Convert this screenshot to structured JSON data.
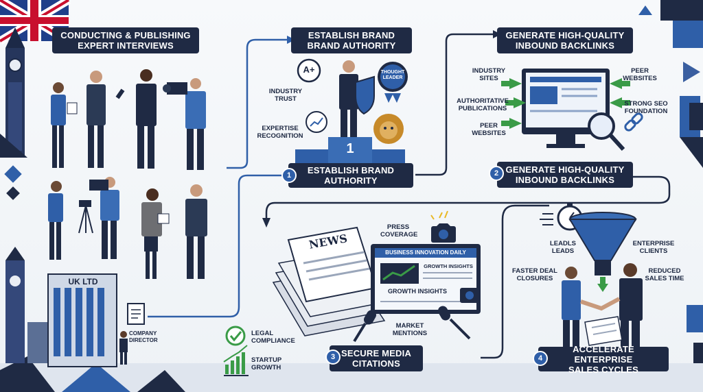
{
  "banners": {
    "interviews": [
      "Conducting & Publishing",
      "Expert Interviews"
    ],
    "authority_top": [
      "Establish Brand",
      "Brand Authority"
    ],
    "backlinks_top": [
      "Generate High-Quality",
      "Inbound Backlinks"
    ],
    "authority_step": [
      "Establish Brand",
      "Authority"
    ],
    "backlinks_step": [
      "Generate High-Quality",
      "Inbound Backlinks"
    ],
    "media_step": [
      "Secure Media",
      "Citations"
    ],
    "sales_step": [
      "Accelerate Enterprise",
      "Sales Cycles"
    ]
  },
  "step_numbers": [
    "1",
    "2",
    "3",
    "4"
  ],
  "authority_labels": {
    "industry_trust": [
      "Industry",
      "Trust"
    ],
    "expertise": [
      "Expertise",
      "Recognition"
    ],
    "grade_badge": "A+",
    "thought_leader": [
      "Thought",
      "Leader"
    ],
    "podium_number": "1"
  },
  "backlink_labels": {
    "industry_sites": [
      "Industry",
      "Sites"
    ],
    "authoritative": [
      "Authoritative",
      "Publications"
    ],
    "peer_websites_left": [
      "Peer",
      "Websites"
    ],
    "peer_websites_right": [
      "Peer",
      "Websites"
    ],
    "seo_foundation": [
      "Strong SEO",
      "Foundation"
    ]
  },
  "media_labels": {
    "press_coverage": [
      "Press",
      "Coverage"
    ],
    "news": "NEWS",
    "headline": "Business Innovation Daily",
    "growth_top": "Growth Insights",
    "growth_main": "Growth Insights",
    "market_mentions": [
      "Market",
      "Mentions"
    ]
  },
  "sales_labels": {
    "leads": [
      "Leadls",
      "Leads"
    ],
    "enterprise_clients": [
      "Enterprise",
      "Clients"
    ],
    "faster_deal": [
      "Faster Deal",
      "Closures"
    ],
    "reduced_sales": [
      "Reduced",
      "Sales Time"
    ]
  },
  "company_labels": {
    "building": "UK LTD",
    "director": [
      "Company",
      "Director"
    ],
    "legal": [
      "Legal",
      "Compliance"
    ],
    "growth": [
      "Startup",
      "Growth"
    ]
  },
  "colors": {
    "navy": "#1f2a44",
    "blue": "#2f5fa8",
    "accent_green": "#3a9b47",
    "flag_red": "#c8102e"
  },
  "icons": [
    "union-jack-icon",
    "big-ben-icon",
    "podium-icon",
    "shield-icon",
    "lion-icon",
    "medal-icon",
    "monitor-icon",
    "magnifier-icon",
    "chain-link-icon",
    "newspaper-icon",
    "camera-icon",
    "microphone-icon",
    "stopwatch-icon",
    "funnel-icon",
    "handshake-icon",
    "document-icon",
    "checkmark-icon",
    "chart-icon"
  ]
}
